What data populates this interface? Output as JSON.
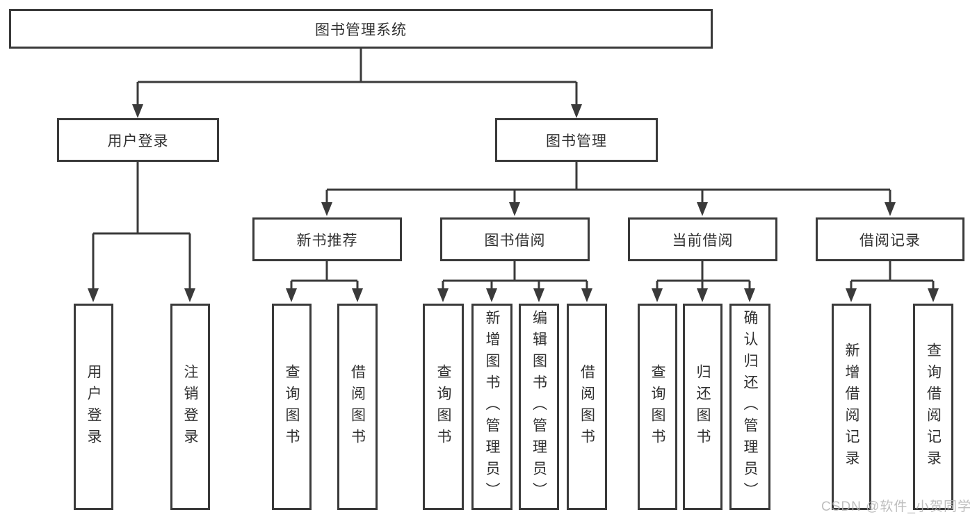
{
  "diagram": {
    "title": "图书管理系统",
    "nodes": {
      "root": "图书管理系统",
      "user_login": "用户登录",
      "book_management": "图书管理",
      "new_book_recommend": "新书推荐",
      "book_borrow": "图书借阅",
      "current_borrow": "当前借阅",
      "borrow_records": "借阅记录",
      "login": "用户登录",
      "logout": "注销登录",
      "nb_query": "查询图书",
      "nb_borrow": "借阅图书",
      "bb_query": "查询图书",
      "bb_add": "新增图书（管理员）",
      "bb_edit": "编辑图书（管理员）",
      "bb_borrow": "借阅图书",
      "cb_query": "查询图书",
      "cb_return": "归还图书",
      "cb_confirm": "确认归还（管理员）",
      "br_add": "新增借阅记录",
      "br_query": "查询借阅记录"
    },
    "colors": {
      "line": "#3a3a3a",
      "text": "#303030",
      "background": "#ffffff",
      "watermark_color": "#b3b3b3"
    },
    "watermark": "CSDN @软件_小贺同学"
  }
}
